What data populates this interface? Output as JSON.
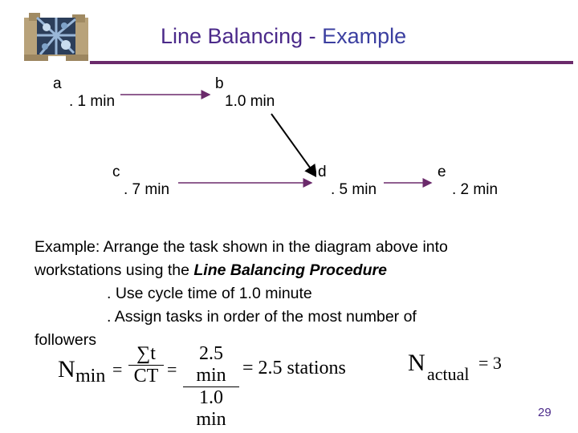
{
  "slide": {
    "title_part1": "Line Balancing - ",
    "title_part2": "Example",
    "page_number": "29"
  },
  "tasks": [
    {
      "label": "a",
      "time": ". 1 min"
    },
    {
      "label": "b",
      "time": "1.0 min"
    },
    {
      "label": "c",
      "time": ". 7 min"
    },
    {
      "label": "d",
      "time": ". 5 min"
    },
    {
      "label": "e",
      "time": ". 2 min"
    }
  ],
  "body": {
    "line1": "Example: Arrange the task shown in the diagram above into",
    "line2_prefix": "workstations using the ",
    "line2_emph": "Line Balancing Procedure",
    "bullet1": ".  Use cycle time of 1.0 minute",
    "bullet2": ".  Assign tasks in order of the most number of",
    "line5": "followers"
  },
  "formula": {
    "lhs_N": "N",
    "lhs_sub": "min",
    "eq": "=",
    "frac1_num": "∑t",
    "frac1_den": "CT",
    "frac2_num": "2.5 min",
    "frac2_den": "1.0 min",
    "result": "= 2.5 stations",
    "nactual_N": "N",
    "nactual_sub": "actual",
    "nactual_val": "= 3"
  },
  "colors": {
    "accent": "#6b2a6b",
    "title": "#4b2a8a",
    "arrow": "#6b2a6b"
  }
}
